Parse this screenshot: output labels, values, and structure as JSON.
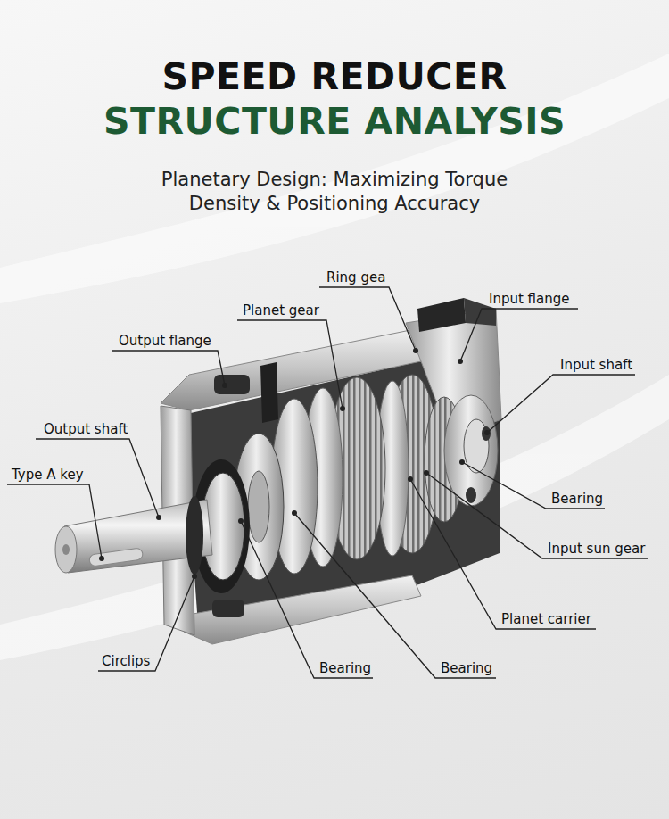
{
  "diagram": {
    "title": "SPEED REDUCER",
    "labels": [
      "STRUCTURE ANALYSIS",
      "Planetary Design: Maximizing Torque Density & Positioning Accuracy",
      "Ring gea",
      "Input flange",
      "Planet gear",
      "Output flange",
      "Input shaft",
      "Output shaft",
      "Type A key",
      "Bearing",
      "Input sun gear",
      "Planet carrier",
      "Circlips",
      "Bearing",
      "Bearing"
    ]
  }
}
